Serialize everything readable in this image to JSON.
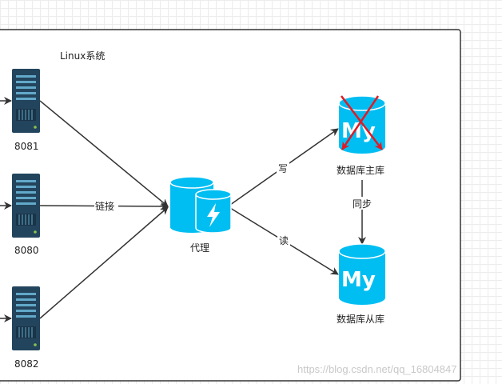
{
  "container": {
    "title": "Linux系统"
  },
  "servers": [
    {
      "id": "s1",
      "label": "8081"
    },
    {
      "id": "s2",
      "label": "8080"
    },
    {
      "id": "s3",
      "label": "8082"
    }
  ],
  "proxy": {
    "label": "代理"
  },
  "databases": {
    "master": {
      "label": "数据库主库",
      "status": "crossed-out"
    },
    "slave": {
      "label": "数据库从库"
    }
  },
  "edges": {
    "s2_to_proxy": "链接",
    "proxy_to_master": "写",
    "proxy_to_slave": "读",
    "master_to_slave": "同步"
  },
  "watermark": "https://blog.csdn.net/qq_16804847",
  "colors": {
    "server_body": "#23445d",
    "server_light": "#62a8c9",
    "db_fill": "#00bef2",
    "cross": "#e01b24",
    "edge": "#333333"
  },
  "icons": {
    "server": "server-rack-icon",
    "proxy": "proxy-cylinders-icon",
    "database": "mysql-database-icon"
  }
}
